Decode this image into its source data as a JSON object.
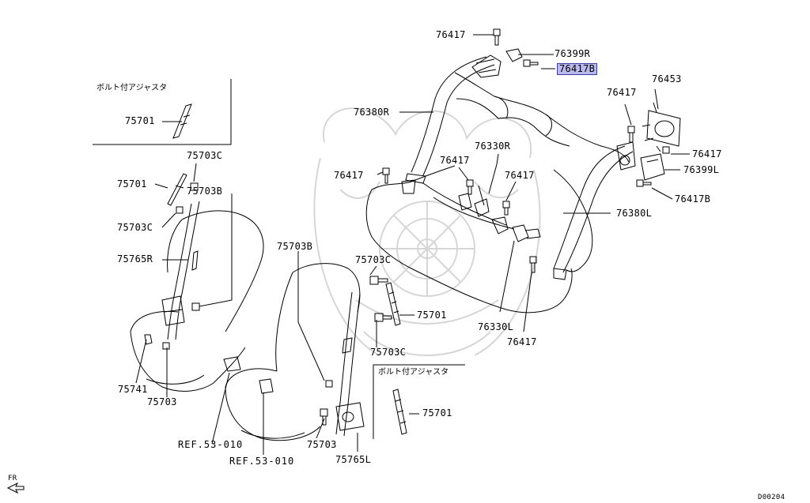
{
  "labels": {
    "l76417_top": "76417",
    "l76399r": "76399R",
    "l76417b_top": "76417B",
    "l76453": "76453",
    "l76380r": "76380R",
    "l76417_rt1": "76417",
    "l76330r": "76330R",
    "l76417_rt2": "76417",
    "l76399l": "76399L",
    "l76417_lm": "76417",
    "l76417_mm": "76417",
    "l76417_mr": "76417",
    "l76417b_r": "76417B",
    "l76380l": "76380L",
    "l75703b_m": "75703B",
    "l75703c_m1": "75703C",
    "l75701_m": "75701",
    "l75703c_m2": "75703C",
    "l76330l": "76330L",
    "l76417_bot": "76417",
    "l75701_box2": "75701",
    "l75703_m": "75703",
    "l75765l": "75765L",
    "lref1": "REF.53-010",
    "lref2": "REF.53-010",
    "l75701_box1": "75701",
    "l75703c_l1": "75703C",
    "l75701_l": "75701",
    "l75703b_l": "75703B",
    "l75703c_l2": "75703C",
    "l75765r": "75765R",
    "l75741": "75741",
    "l75703_l": "75703",
    "fr": "FR",
    "code": "D00204"
  },
  "boxes": {
    "box1_title": "ボルト付アジャスタ",
    "box2_title": "ボルト付アジャスタ"
  },
  "colors": {
    "line": "#000000",
    "highlight": "#b9b9ee",
    "highlight_border": "#3d3da8",
    "watermark": "#d4d4d4"
  }
}
